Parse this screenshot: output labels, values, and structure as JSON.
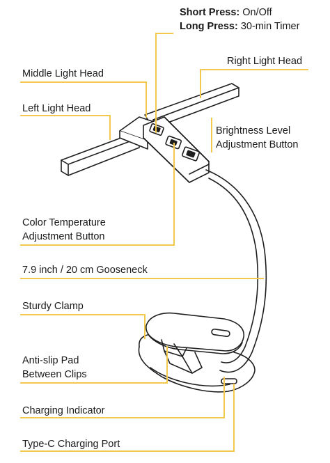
{
  "diagram": {
    "accent_color": "#f2c94c",
    "line_color": "#1e1e1e",
    "labels": {
      "short_press_key": "Short Press:",
      "short_press_val": "On/Off",
      "long_press_key": "Long Press:",
      "long_press_val": "30-min Timer",
      "right_head": "Right Light Head",
      "middle_head": "Middle Light Head",
      "left_head": "Left Light Head",
      "brightness_line1": "Brightness Level",
      "brightness_line2": "Adjustment Button",
      "color_temp_line1": "Color Temperature",
      "color_temp_line2": "Adjustment Button",
      "gooseneck": "7.9 inch / 20 cm Gooseneck",
      "clamp": "Sturdy Clamp",
      "antislip_line1": "Anti-slip Pad",
      "antislip_line2": "Between Clips",
      "charging_indicator": "Charging Indicator",
      "charging_port": "Type-C Charging Port"
    }
  }
}
